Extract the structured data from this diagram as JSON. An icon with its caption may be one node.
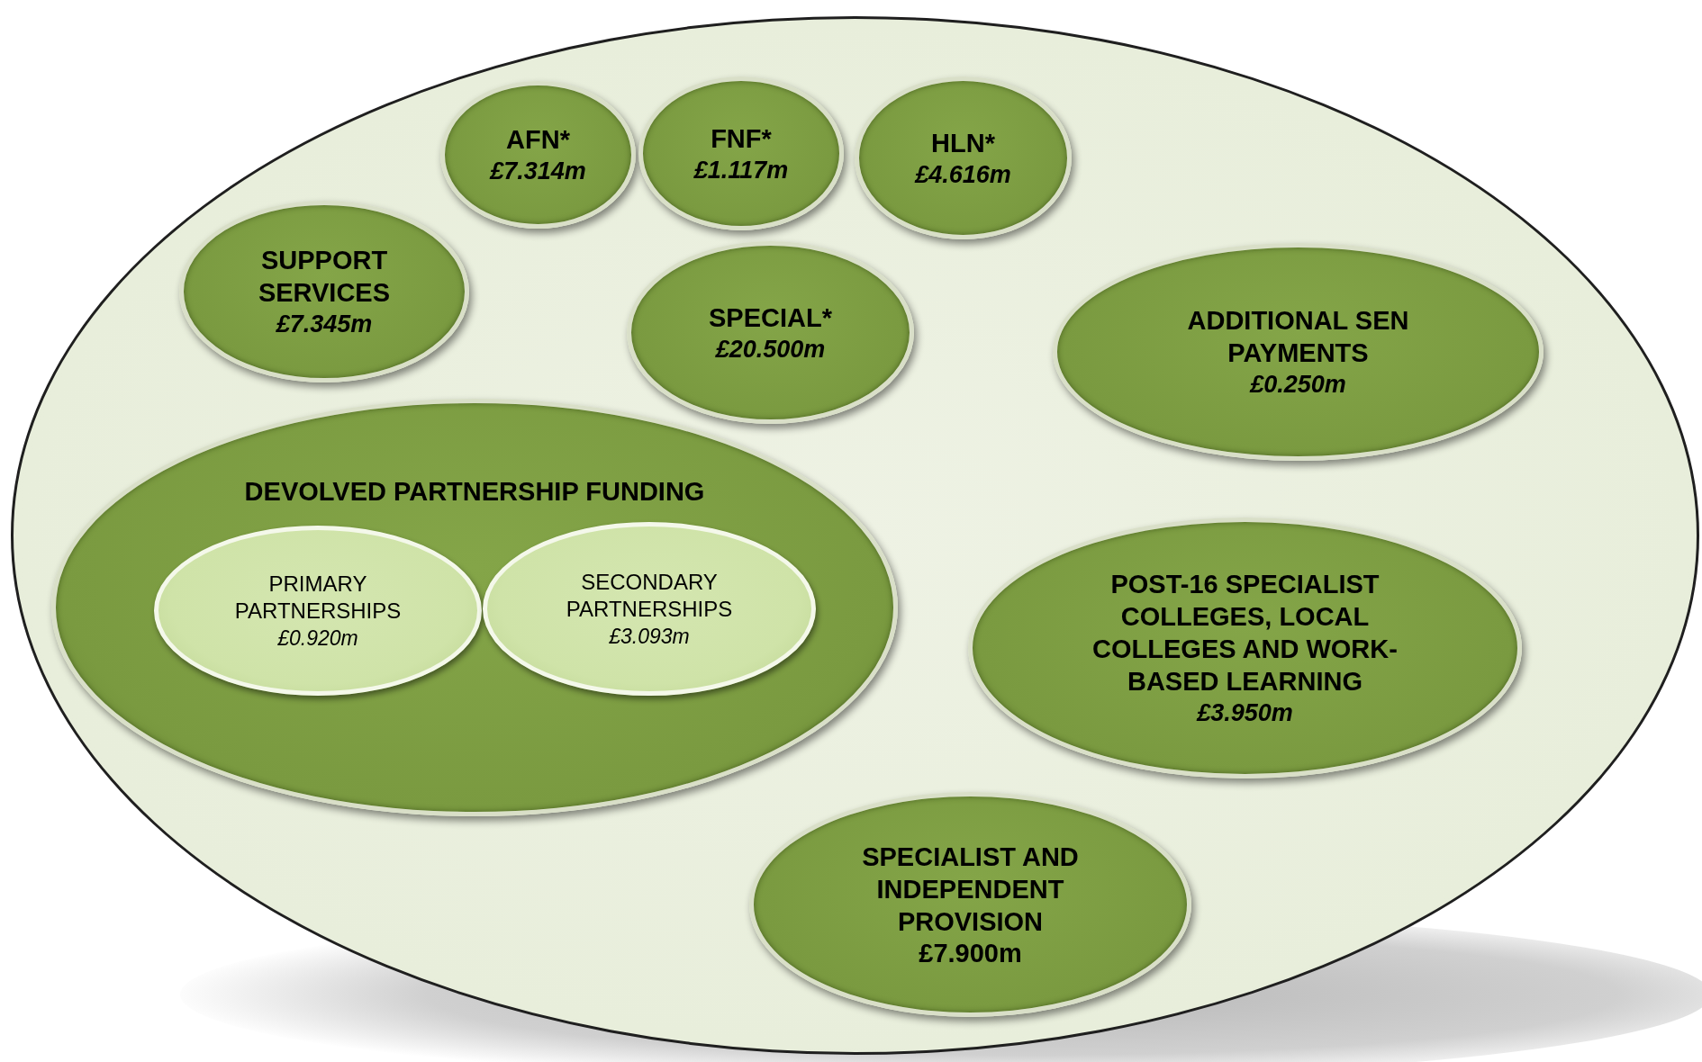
{
  "diagram": {
    "nodes": [
      {
        "text": [],
        "shape": "ellipse"
      },
      {
        "text": [
          "AFN*",
          "£7.314m"
        ],
        "in": 0
      },
      {
        "text": [
          "FNF*",
          "£1.117m"
        ],
        "in": 0
      },
      {
        "text": [
          "HLN*",
          "£4.616m"
        ],
        "in": 0
      },
      {
        "text": [
          "SUPPORT SERVICES",
          "£7.345m"
        ],
        "in": 0
      },
      {
        "text": [
          "SPECIAL*",
          "£20.500m"
        ],
        "in": 0
      },
      {
        "text": [
          "ADDITIONAL SEN PAYMENTS",
          "£0.250m"
        ],
        "in": 0
      },
      {
        "text": [
          "DEVOLVED PARTNERSHIP FUNDING"
        ],
        "in": 0
      },
      {
        "text": [
          "PRIMARY PARTNERSHIPS",
          "£0.920m"
        ],
        "in": 7
      },
      {
        "text": [
          "SECONDARY PARTNERSHIPS",
          "£3.093m"
        ],
        "in": 7
      },
      {
        "text": [
          "POST-16 SPECIALIST COLLEGES, LOCAL COLLEGES AND WORK-BASED LEARNING",
          "£3.950m"
        ],
        "in": 0
      },
      {
        "text": [
          "SPECIALIST AND INDEPENDENT PROVISION",
          "£7.900m"
        ],
        "in": 0
      }
    ]
  }
}
